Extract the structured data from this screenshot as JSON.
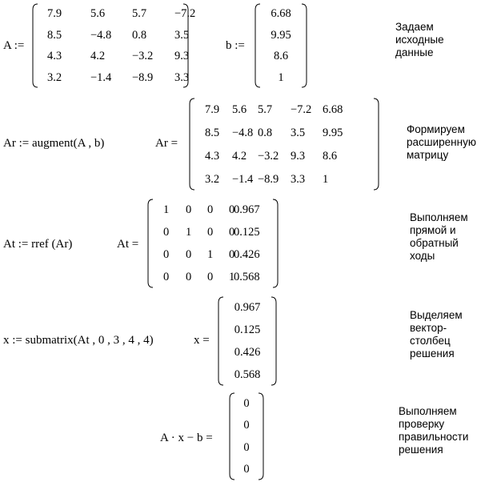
{
  "rows": [
    {
      "id": "row-1",
      "lhs_expr": "A :=",
      "matrix_A": [
        [
          "7.9",
          "5.6",
          "5.7",
          "−7.2"
        ],
        [
          "8.5",
          "−4.8",
          "0.8",
          "3.5"
        ],
        [
          "4.3",
          "4.2",
          "−3.2",
          "9.3"
        ],
        [
          "3.2",
          "−1.4",
          "−8.9",
          "3.3"
        ]
      ],
      "rhs_expr": "b :=",
      "vector_b": [
        "6.68",
        "9.95",
        "8.6",
        "1"
      ],
      "comment": [
        "Задаем",
        "исходные",
        "данные"
      ]
    },
    {
      "id": "row-2",
      "lhs_expr": "Ar := augment(A , b)",
      "result_label": "Ar =",
      "matrix_Ar": [
        [
          "7.9",
          "5.6",
          "5.7",
          "−7.2",
          "6.68"
        ],
        [
          "8.5",
          "−4.8",
          "0.8",
          "3.5",
          "9.95"
        ],
        [
          "4.3",
          "4.2",
          "−3.2",
          "9.3",
          "8.6"
        ],
        [
          "3.2",
          "−1.4",
          "−8.9",
          "3.3",
          "1"
        ]
      ],
      "comment": [
        "Формируем",
        "расширенную",
        "матрицу"
      ]
    },
    {
      "id": "row-3",
      "lhs_expr": "At := rref (Ar)",
      "result_label": "At =",
      "matrix_At": [
        [
          "1",
          "0",
          "0",
          "0",
          "0.967"
        ],
        [
          "0",
          "1",
          "0",
          "0",
          "0.125"
        ],
        [
          "0",
          "0",
          "1",
          "0",
          "0.426"
        ],
        [
          "0",
          "0",
          "0",
          "1",
          "0.568"
        ]
      ],
      "comment": [
        "Выполняем",
        "прямой и",
        "обратный",
        "ходы"
      ]
    },
    {
      "id": "row-4",
      "lhs_expr": "x := submatrix(At , 0 , 3 , 4 , 4)",
      "result_label": "x =",
      "vector_x": [
        "0.967",
        "0.125",
        "0.426",
        "0.568"
      ],
      "comment": [
        "Выделяем",
        "вектор-",
        "столбец",
        "решения"
      ]
    },
    {
      "id": "row-5",
      "result_label": "A · x − b =",
      "vector_check": [
        "0",
        "0",
        "0",
        "0"
      ],
      "comment": [
        "Выполняем",
        "проверку",
        "правильности",
        "решения"
      ]
    }
  ]
}
